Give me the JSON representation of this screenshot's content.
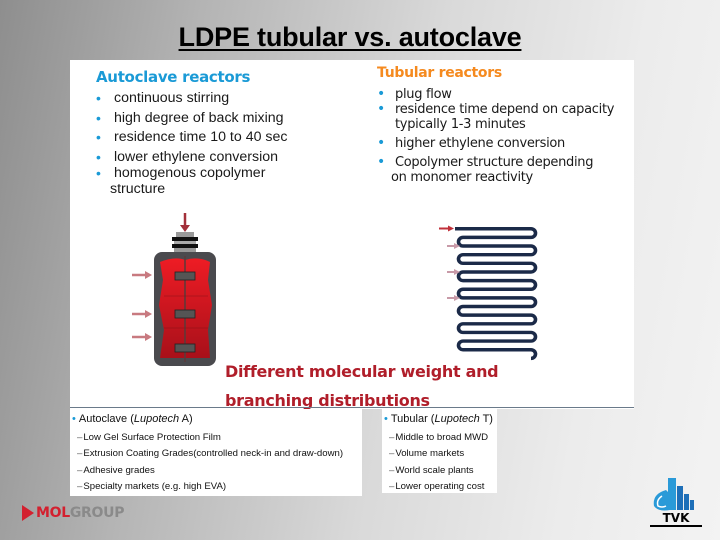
{
  "slide": {
    "title": "LDPE tubular vs. autoclave"
  },
  "autoclave": {
    "heading": "Autoclave reactors",
    "heading_color": "#1a9ad6",
    "bullets": [
      "continuous stirring",
      "high degree of back mixing",
      "residence time 10 to 40 sec",
      "lower ethylene conversion",
      "homogenous copolymer"
    ],
    "bullet_5_continuation": "structure"
  },
  "tubular": {
    "heading": "Tubular reactors",
    "heading_color": "#f58a1f",
    "bullets": [
      "plug flow",
      "residence time depend on capacity",
      "higher ethylene conversion",
      "Copolymer structure depending"
    ],
    "bullet_2_continuation": "typically 1-3 minutes",
    "bullet_4_continuation": "on monomer reactivity"
  },
  "caption": {
    "line1": "Different molecular weight and",
    "line2": "branching distributions",
    "color": "#b01e2a"
  },
  "products": {
    "autoclave": {
      "label": "Autoclave (",
      "brand": "Lupotech",
      "suffix": " A)",
      "items": [
        "Low Gel Surface Protection Film",
        "Extrusion Coating Grades(controlled neck-in and draw-down)",
        "Adhesive grades",
        "Specialty markets (e.g. high EVA)"
      ]
    },
    "tubular": {
      "label": "Tubular (",
      "brand": "Lupotech",
      "suffix": " T)",
      "items": [
        "Middle to broad MWD",
        "Volume markets",
        "World scale plants",
        "Lower operating cost"
      ]
    }
  },
  "logos": {
    "mol_part1": "MOL",
    "mol_part2": "GROUP",
    "tvk": "TVK"
  },
  "icons": {
    "bullet": "•",
    "dash": "–"
  }
}
